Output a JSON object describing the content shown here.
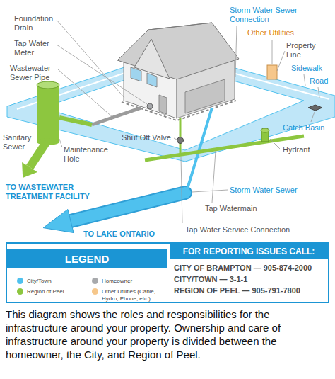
{
  "diagram": {
    "caption": "This diagram shows the roles and responsibilities for the infrastructure around your property. Ownership and care of infrastructure around your property is divided between the homeowner, the City, and Region of Peel.",
    "nodes": [
      {
        "text": [
          "LEGEND"
        ]
      },
      {
        "text": [
          "FOR REPORTING ISSUES CALL:"
        ]
      }
    ],
    "labels": [
      "Foundation Drain",
      "Tap Water Meter",
      "Wastewater Sewer Pipe",
      "Sanitary Sewer",
      "Maintenance Hole",
      "TO WASTEWATER TREATMENT FACILITY",
      "Shut Off Valve",
      "TO LAKE ONTARIO",
      "Storm Water Sewer Connection",
      "Other Utilities",
      "Property Line",
      "Sidewalk",
      "Road",
      "Catch Basin",
      "Hydrant",
      "Storm Water Sewer",
      "Tap Watermain",
      "Tap Water Service Connection",
      "CITY OF BRAMPTON — 905-874-2000",
      "CITY/TOWN — 3-1-1",
      "REGION OF PEEL — 905-791-7800"
    ],
    "legend": [
      {
        "text": "City/Town",
        "color": "#4fc1ee"
      },
      {
        "text": "Homeowner",
        "color": "#a7a9ac"
      },
      {
        "text": "Region of Peel",
        "color": "#8dc63f"
      },
      {
        "text": "Other Utilities (Cable, Hydro, Phone, etc.)",
        "color": "#f6c78b"
      }
    ]
  }
}
